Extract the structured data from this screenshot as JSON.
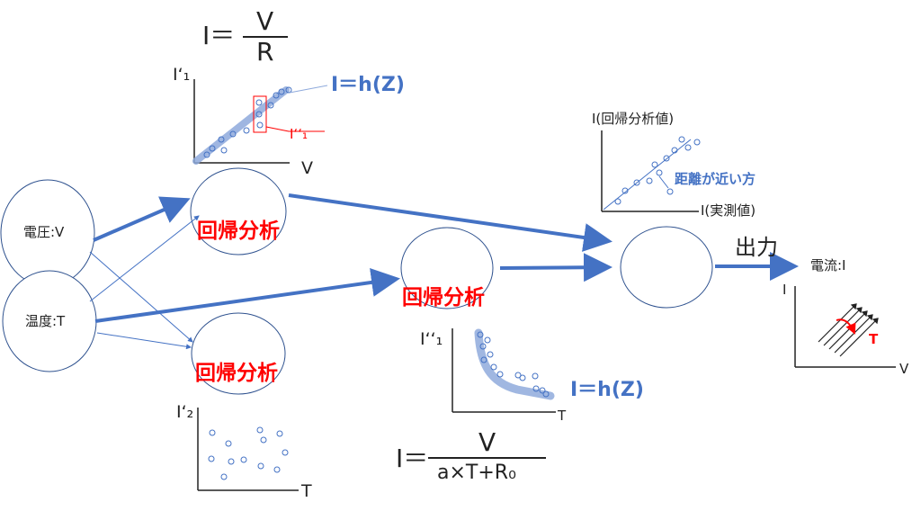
{
  "nodes": {
    "voltage": "電圧:V",
    "temperature": "温度:T",
    "current_out": "電流:I"
  },
  "regression_label": "回帰分析",
  "output_label": "出力",
  "formula_top": {
    "lhs": "I＝",
    "num": "V",
    "den": "R"
  },
  "formula_bottom": {
    "lhs": "I＝",
    "num": "V",
    "den": "a×T+R₀"
  },
  "chart_top": {
    "ylabel": "I‘₁",
    "xlabel": "V",
    "fit_label": "I＝h(Z)",
    "highlight_label": "I‘‘₁"
  },
  "chart_mid": {
    "ylabel": "I‘‘₁",
    "xlabel": "T",
    "fit_label": "I＝h(Z)"
  },
  "chart_bottom": {
    "ylabel": "I‘₂",
    "xlabel": "T"
  },
  "chart_right_top": {
    "ylabel": "I(回帰分析値)",
    "xlabel": "I(実測値)",
    "note": "距離が近い方"
  },
  "chart_output": {
    "ylabel": "I",
    "xlabel": "V",
    "param": "T"
  },
  "colors": {
    "arrow_blue": "#4472c4",
    "circle_stroke": "#2f528f",
    "highlight_red": "#ff0000",
    "fit_band": "#8faadc"
  }
}
